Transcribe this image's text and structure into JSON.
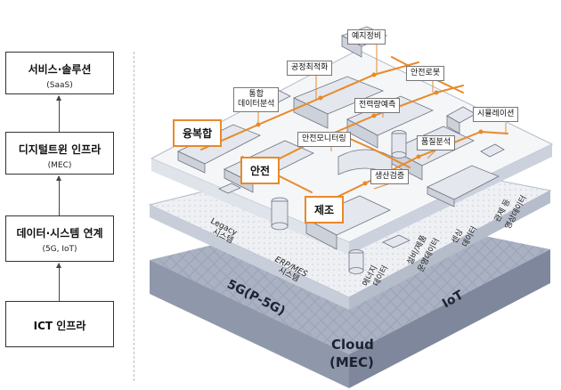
{
  "stack": {
    "service": {
      "title": "서비스·솔루션",
      "sub": "(SaaS)"
    },
    "twin": {
      "title": "디지털트윈 인프라",
      "sub": "(MEC)"
    },
    "data": {
      "title": "데이터·시스템 연계",
      "sub": "(5G, IoT)"
    },
    "ict": {
      "title": "ICT 인프라"
    }
  },
  "services": {
    "yebang": "예지정비",
    "process": "공정최적화",
    "robot": "안전로봇",
    "integrated_1": "통합",
    "integrated_2": "데이터분석",
    "power": "전력량예측",
    "simulation": "시뮬레이션",
    "safety_mon": "안전모니터링",
    "quality": "품질분석",
    "production": "생산검증"
  },
  "domains": {
    "recovery": "융복합",
    "safety": "안전",
    "manufacturing": "제조"
  },
  "data_layer": {
    "legacy_1": "Legacy",
    "legacy_2": "시스템",
    "erp_1": "ERP/MES",
    "erp_2": "시스템",
    "energy_1": "에너지",
    "energy_2": "데이터",
    "equip_1": "설비/제품",
    "equip_2": "운영데이터",
    "sensing_1": "센싱",
    "sensing_2": "데이터",
    "control_1": "관제 등",
    "control_2": "영상데이터"
  },
  "network": {
    "fiveg": "5G(P-5G)",
    "iot": "IoT",
    "cloud_1": "Cloud",
    "cloud_2": "(MEC)"
  },
  "colors": {
    "accent": "#e88a2a",
    "platform": "#d4d9e4",
    "platform_edge": "#b3bacb"
  }
}
